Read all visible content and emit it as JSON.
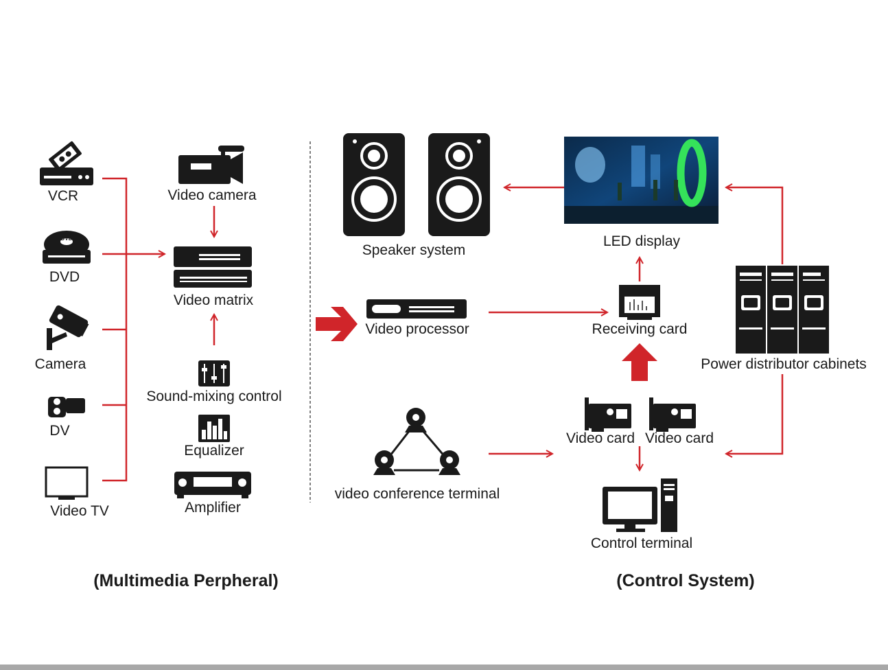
{
  "labels": {
    "vcr": "VCR",
    "dvd": "DVD",
    "camera": "Camera",
    "dv": "DV",
    "video_tv": "Video TV",
    "video_camera": "Video camera",
    "video_matrix": "Video matrix",
    "sound_mixing": "Sound-mixing control",
    "equalizer": "Equalizer",
    "amplifier": "Amplifier",
    "speaker_system": "Speaker system",
    "video_processor": "Video processor",
    "video_conference": "video conference terminal",
    "led_display": "LED display",
    "receiving_card": "Receiving card",
    "power_cabinets": "Power distributor cabinets",
    "video_card_1": "Video card",
    "video_card_2": "Video card",
    "control_terminal": "Control terminal"
  },
  "icon_marks": {
    "dvd_badge": "DVD"
  },
  "sections": {
    "left": "(Multimedia Perpheral)",
    "right": "(Control System)"
  },
  "colors": {
    "arrow": "#d0252a",
    "icon": "#1a1a1a"
  },
  "icons": [
    "vcr-icon",
    "dvd-icon",
    "cctv-camera-icon",
    "camcorder-icon",
    "tv-icon",
    "video-camera-icon",
    "video-matrix-icon",
    "mixer-icon",
    "equalizer-icon",
    "amplifier-icon",
    "speaker-icon",
    "video-processor-icon",
    "conference-icon",
    "led-display-image",
    "receiving-card-icon",
    "power-cabinet-icon",
    "video-card-icon",
    "computer-icon"
  ]
}
